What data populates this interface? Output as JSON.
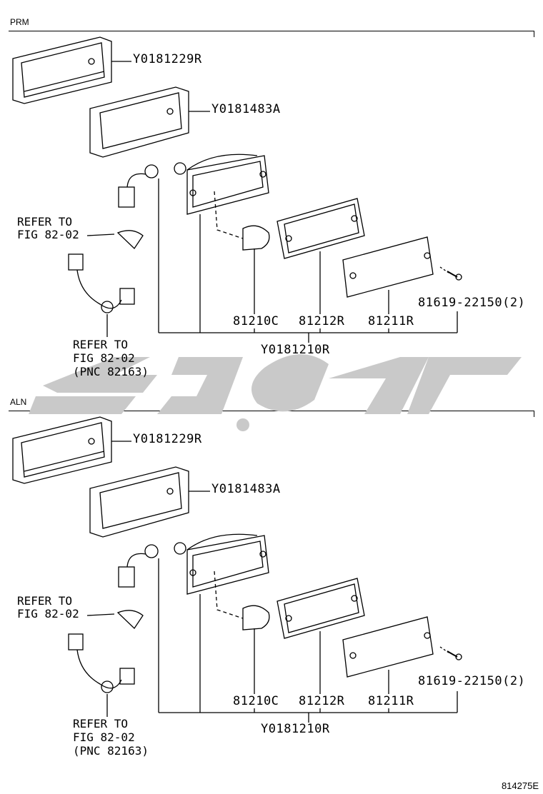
{
  "figure_id": "814275E",
  "sections": [
    {
      "tag": "PRM",
      "parts": {
        "bezel_outer": "Y0181229R",
        "bezel_inner": "Y0181483A",
        "bulb": "81210C",
        "gasket": "81212R",
        "lens": "81211R",
        "screw": "81619-22150(2)",
        "assembly": "Y0181210R"
      },
      "refer_1": [
        "REFER TO",
        "FIG 82-02"
      ],
      "refer_2": [
        "REFER TO",
        "FIG 82-02",
        "(PNC 82163)"
      ]
    },
    {
      "tag": "ALN",
      "parts": {
        "bezel_outer": "Y0181229R",
        "bezel_inner": "Y0181483A",
        "bulb": "81210C",
        "gasket": "81212R",
        "lens": "81211R",
        "screw": "81619-22150(2)",
        "assembly": "Y0181210R"
      },
      "refer_1": [
        "REFER TO",
        "FIG 82-02"
      ],
      "refer_2": [
        "REFER TO",
        "FIG 82-02",
        "(PNC 82163)"
      ]
    }
  ]
}
